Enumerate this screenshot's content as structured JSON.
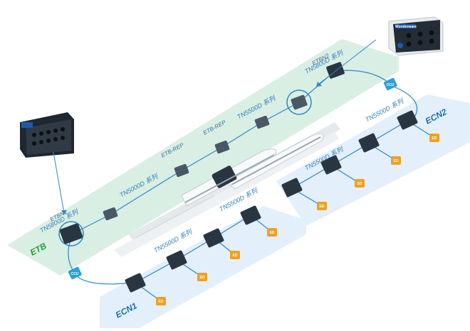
{
  "labels": {
    "etb": "ETB",
    "ecn1": "ECN1",
    "ecn2": "ECN2",
    "etbn1": "ETBN1",
    "etbn2": "ETBN2",
    "etb_rep_1": "ETB-REP",
    "etb_rep_2": "ETB-REP",
    "series_etb_left": "TN5800D 系列",
    "series_etb_right": "TN5800D 系列",
    "series_etb_mid": "TN5000D 系列",
    "series_etb_upper": "TN5500D 系列",
    "series_ecn1_a": "TN5500D 系列",
    "series_ecn1_b": "TN5500D 系列",
    "series_ecn2_a": "TN5500D 系列",
    "series_ecn2_b": "TN5500D 系列",
    "ccu": "CCU",
    "ed": "ED",
    "device_brand": "Wonderware"
  },
  "colors": {
    "etb_band": "#d9efe3",
    "ecn_band": "#e3effa",
    "link": "#2f86c8",
    "ed_tag": "#f0a020",
    "ccu_tag": "#2a9fd8",
    "switch_body": "#2a3542"
  }
}
